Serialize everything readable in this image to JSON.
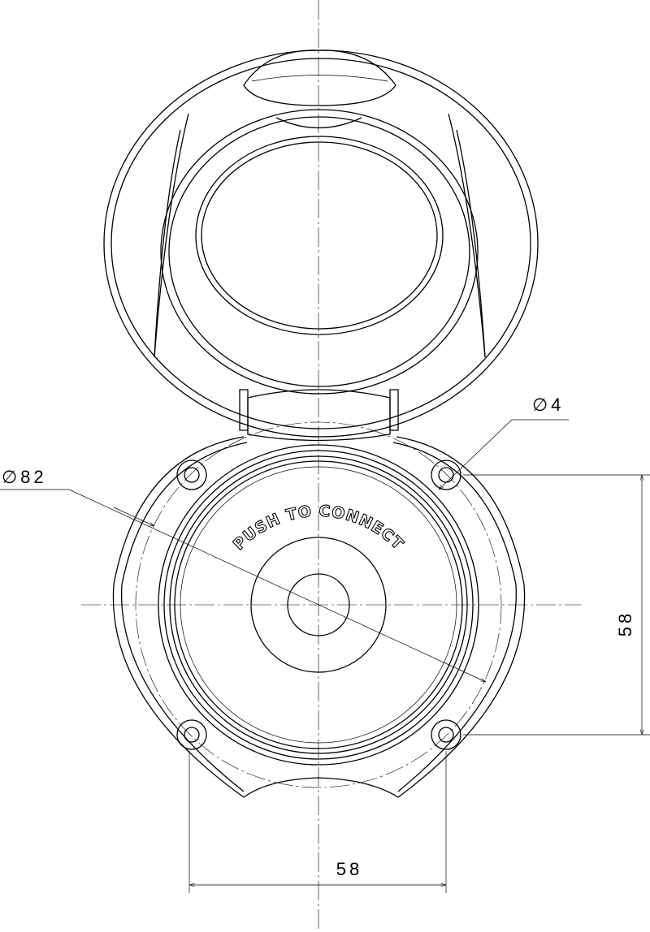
{
  "title": "Shore power inlet technical drawing",
  "embossed_text": "PUSH TO CONNECT",
  "dimensions": {
    "hole_diameter": "∅4",
    "bolt_circle_diameter": "∅82",
    "vertical_spacing": "58",
    "horizontal_spacing": "58"
  }
}
